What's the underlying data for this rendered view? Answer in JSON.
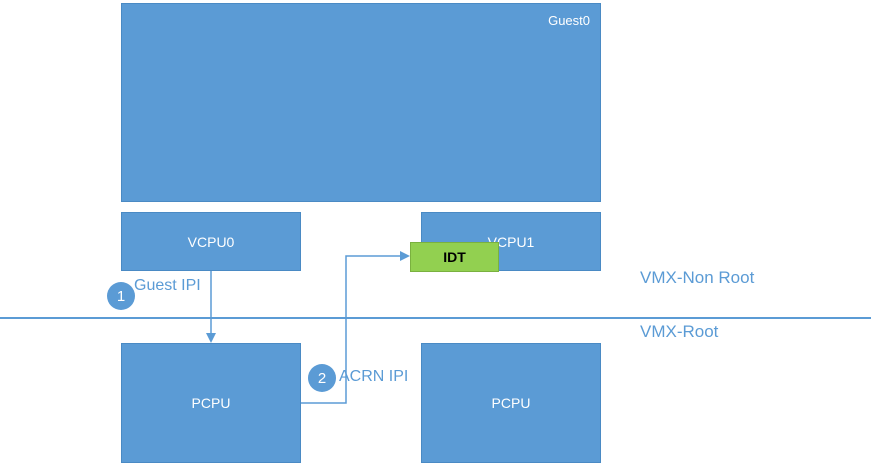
{
  "guest": {
    "label": "Guest0"
  },
  "vcpus": [
    {
      "label": "VCPU0"
    },
    {
      "label": "VCPU1"
    }
  ],
  "idt": {
    "label": "IDT"
  },
  "pcpus": [
    {
      "label": "PCPU"
    },
    {
      "label": "PCPU"
    }
  ],
  "modes": {
    "non_root": "VMX-Non Root",
    "root": "VMX-Root"
  },
  "steps": [
    {
      "number": "1",
      "label": "Guest IPI"
    },
    {
      "number": "2",
      "label": "ACRN IPI"
    }
  ],
  "colors": {
    "box": "#5b9bd5",
    "idt": "#92d050",
    "line": "#5b9bd5"
  }
}
